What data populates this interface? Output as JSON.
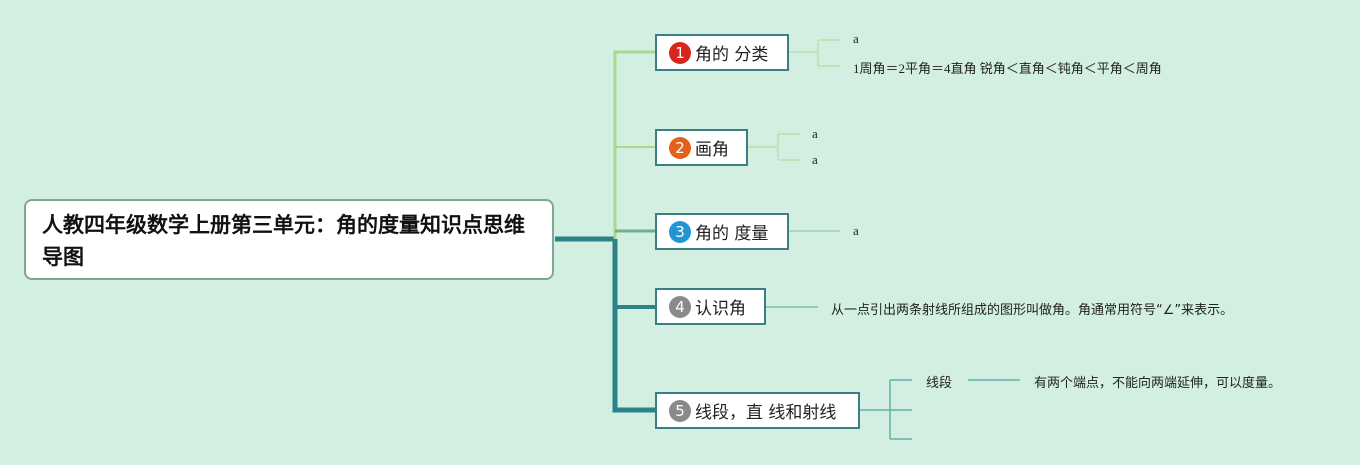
{
  "root": {
    "title": "人教四年级数学上册第三单元：角的度量知识点思维导图"
  },
  "colors": {
    "background": "#d2efe1",
    "branch_light": "#a8d98c",
    "branch_dark": "#2b8389",
    "topic_border": "#3d7d86"
  },
  "topics": [
    {
      "num": "1",
      "num_color": "#d9261c",
      "label": "角的 分类",
      "children": [
        "a",
        "1周角＝2平角＝4直角 锐角＜直角＜钝角＜平角＜周角"
      ]
    },
    {
      "num": "2",
      "num_color": "#e2621b",
      "label": "画角",
      "children": [
        "a",
        "a"
      ]
    },
    {
      "num": "3",
      "num_color": "#2296d4",
      "label": "角的 度量",
      "children": [
        "a"
      ]
    },
    {
      "num": "4",
      "num_color": "#8a8a8a",
      "label": "认识角",
      "children": [
        "从一点引出两条射线所组成的图形叫做角。角通常用符号“∠”来表示。"
      ]
    },
    {
      "num": "5",
      "num_color": "#8a8a8a",
      "label": "线段，直 线和射线",
      "children": [
        {
          "label": "线段",
          "detail": "有两个端点，不能向两端延伸，可以度量。"
        }
      ]
    }
  ]
}
